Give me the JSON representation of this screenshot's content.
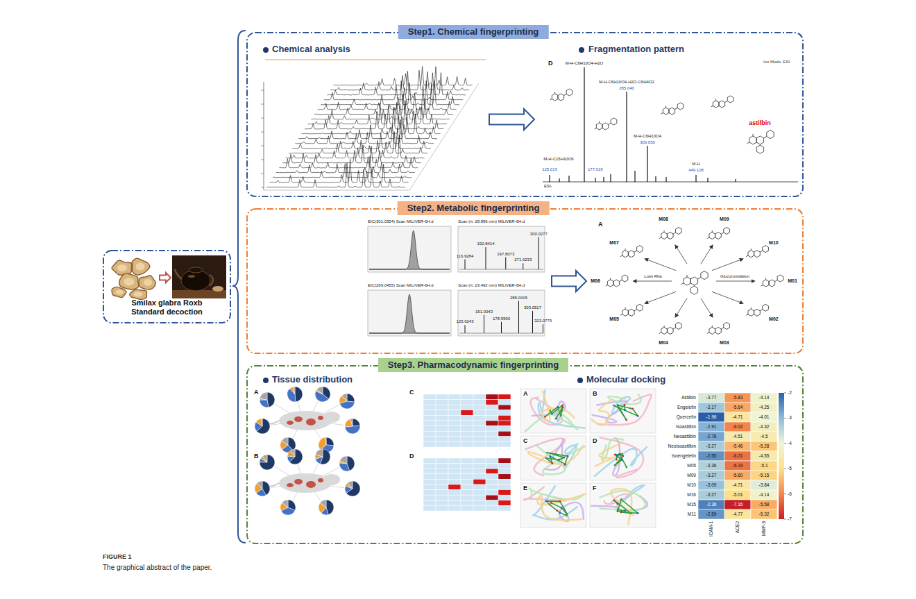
{
  "diagram": {
    "caption": "The graphical abstract of the paper.",
    "nodes": [
      {
        "text": [
          "Smilax glabra Roxb Standard decoction"
        ]
      },
      {
        "text": [
          "Step1. Chemical fingerprinting"
        ]
      },
      {
        "text": [
          "Step2. Metabolic fingerprinting"
        ]
      },
      {
        "text": [
          "Step3. Pharmacodynamic fingerprinting"
        ]
      }
    ],
    "labels": [
      "Chemical analysis",
      "Fragmentation pattern",
      "D",
      "Ion Mode: ESI-",
      "M-H-C6H10O4-H2O",
      "M-H-C6H10O4-H2O-C6H4O2",
      "285.040",
      "M-H-C6H10O4",
      "303.050",
      "astilbin",
      "M-H",
      "449.108",
      "M-H-C15H10O6",
      "ESI-",
      "125.013",
      "177.019",
      "EIC(301.0354) Scan MILIVER-6H.d",
      "Scan (rt: 28.896 min) MILIVER-6H.d",
      "116.9284",
      "192.8414",
      "197.8073",
      "271.0233",
      "300.0277",
      "EIC(269.0455) Scan MILIVER-6H.d",
      "Scan (rt: 23.492 min) MILIVER-6H.d",
      "125.0243",
      "151.0043",
      "178.9990",
      "285.0415",
      "303.0517",
      "323.0779",
      "A",
      "M01",
      "M02",
      "M03",
      "M04",
      "M05",
      "M06",
      "M07",
      "M08",
      "M09",
      "M10",
      "Loss Rha",
      "Glucuronidation",
      "Tissue distribution",
      "Molecular docking",
      "A",
      "B",
      "C",
      "D",
      "A",
      "B",
      "C",
      "D",
      "E",
      "F",
      "Astilbin",
      "Engeletin",
      "Quercetin",
      "Isoastilbin",
      "Neoastilbin",
      "Neoisoastilbin",
      "Isoengeletin",
      "M05",
      "M09",
      "M10",
      "M16",
      "M15",
      "M11",
      "-3.77",
      "-5.83",
      "-4.14",
      "-3.17",
      "-5.64",
      "-4.25",
      "-1.96",
      "-4.71",
      "-4.01",
      "-2.91",
      "-6.02",
      "-4.32",
      "-2.76",
      "-4.51",
      "-4.5",
      "-3.27",
      "-5.46",
      "-5.28",
      "-2.55",
      "-6.21",
      "-4.55",
      "-3.36",
      "-6.19",
      "-5.1",
      "-3.27",
      "-5.60",
      "-5.15",
      "-3.09",
      "-4.71",
      "-3.84",
      "-3.27",
      "-5.01",
      "-4.14",
      "-2.36",
      "-7.16",
      "-5.58",
      "-2.59",
      "-4.77",
      "-5.32",
      "ICAM-1",
      "ACE2",
      "MMP-9",
      "-2",
      "-3",
      "-4",
      "-5",
      "-6",
      "-7",
      "FIGURE 1"
    ]
  }
}
